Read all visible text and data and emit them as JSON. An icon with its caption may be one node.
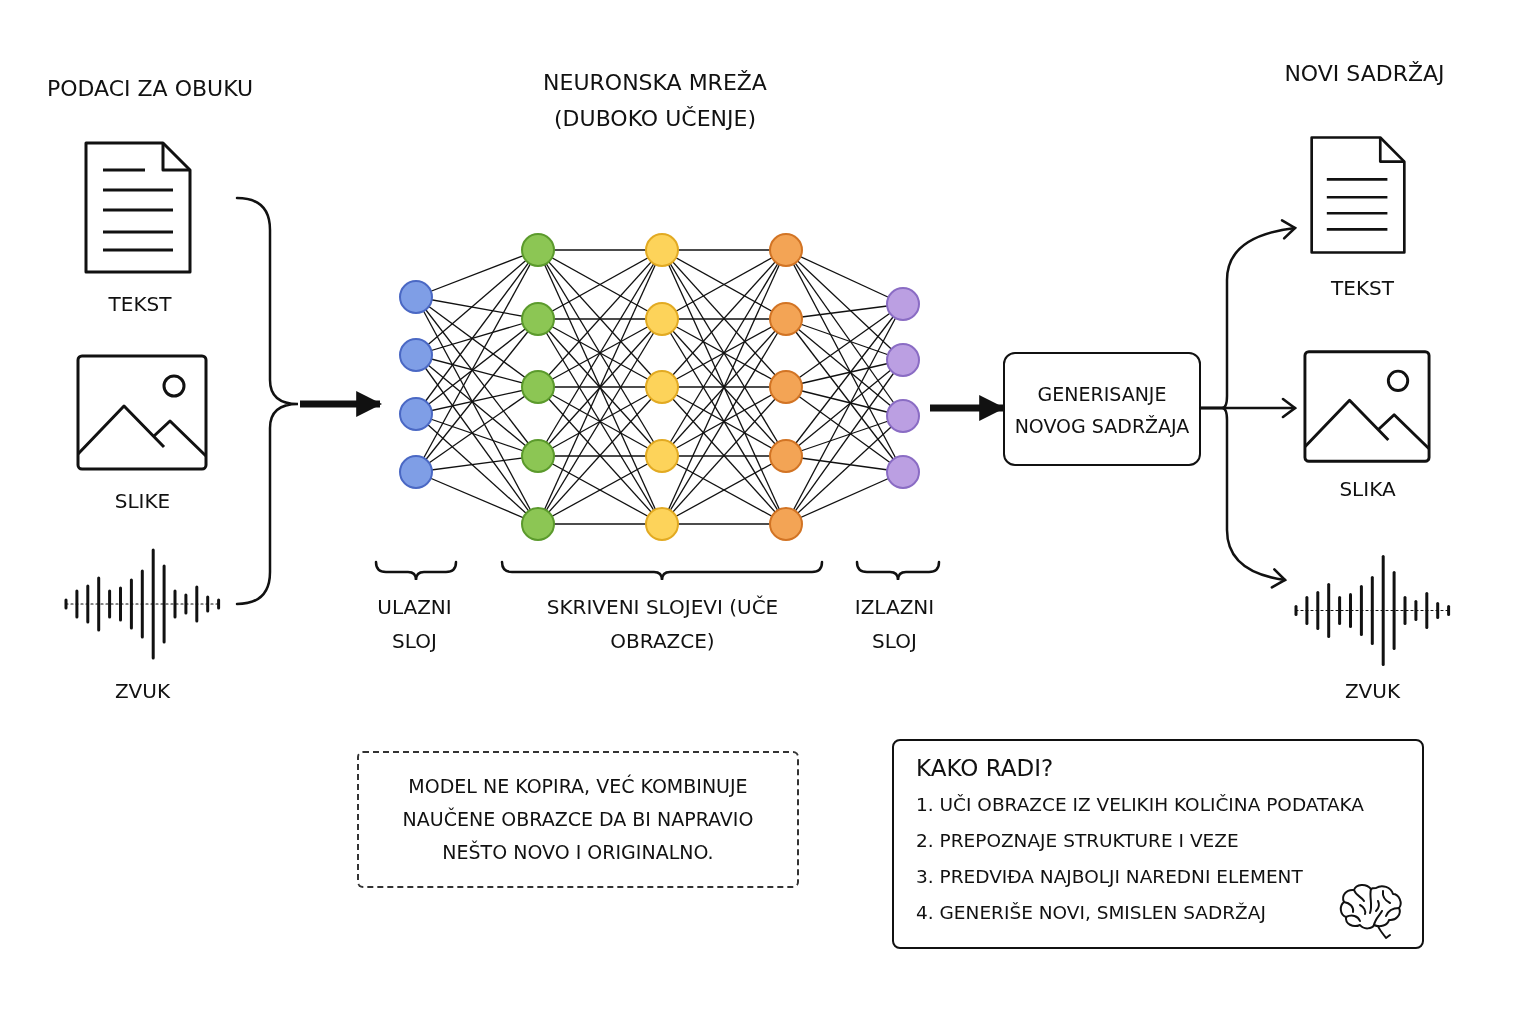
{
  "diagram": {
    "nodes": [
      {
        "text": [
          "TEKST"
        ]
      },
      {
        "text": [
          "SLIKE"
        ]
      },
      {
        "text": [
          "ZVUK"
        ]
      },
      {
        "text": [
          "NEURONSKA MREŽA (DUBOKO UČENJE)"
        ]
      },
      {
        "text": [
          "GENERISANJE NOVOG SADRŽAJA"
        ]
      },
      {
        "text": [
          "TEKST"
        ]
      },
      {
        "text": [
          "SLIKA"
        ]
      },
      {
        "text": [
          "ZVUK"
        ]
      },
      {
        "text": [
          "MODEL NE KOPIRA, VEĆ KOMBINUJE NAUČENE OBRAZCE DA BI NAPRAVIO NEŠTO NOVO I ORIGINALNO."
        ]
      },
      {
        "text": [
          "KAKO RADI?",
          "1. UČI OBRAZCE IZ VELIKIH KOLIČINA PODATAKA",
          "2. PREPOZNAJE STRUKTURE I VEZE",
          "3. PREDVIĐA NAJBOLJI NAREDNI ELEMENT",
          "4. GENERIŠE NOVI, SMISLEN SADRŽAJ"
        ]
      },
      {
        "text": [],
        "shape": "bracket"
      }
    ],
    "edges": [
      {
        "from": 10,
        "to": 3,
        "arrow": "to",
        "style": "thick"
      },
      {
        "from": 3,
        "to": 4,
        "arrow": "to",
        "style": "thick"
      },
      {
        "from": 4,
        "to": 5,
        "arrow": "to"
      },
      {
        "from": 4,
        "to": 6,
        "arrow": "to"
      },
      {
        "from": 4,
        "to": 7,
        "arrow": "to"
      }
    ],
    "labels": [
      "PODACI ZA OBUKU",
      "NOVI SADRŽAJ",
      "ULAZNI SLOJ",
      "SKRIVENI SLOJEVI (UČE OBRAZCE)",
      "IZLAZNI SLOJ"
    ]
  }
}
